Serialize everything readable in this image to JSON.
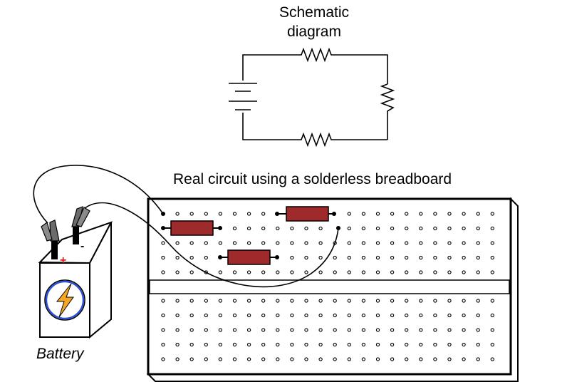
{
  "schematic": {
    "title_line1": "Schematic",
    "title_line2": "diagram"
  },
  "breadboard": {
    "title": "Real circuit using a solderless breadboard",
    "top_rows": 5,
    "bottom_rows": 5,
    "columns": 24,
    "resistor_color": "#9e2a2b"
  },
  "battery": {
    "label": "Battery",
    "positive_symbol": "+",
    "negative_symbol": "-",
    "bolt_color": "#f5a623",
    "ring_color": "#2d4fd3"
  }
}
